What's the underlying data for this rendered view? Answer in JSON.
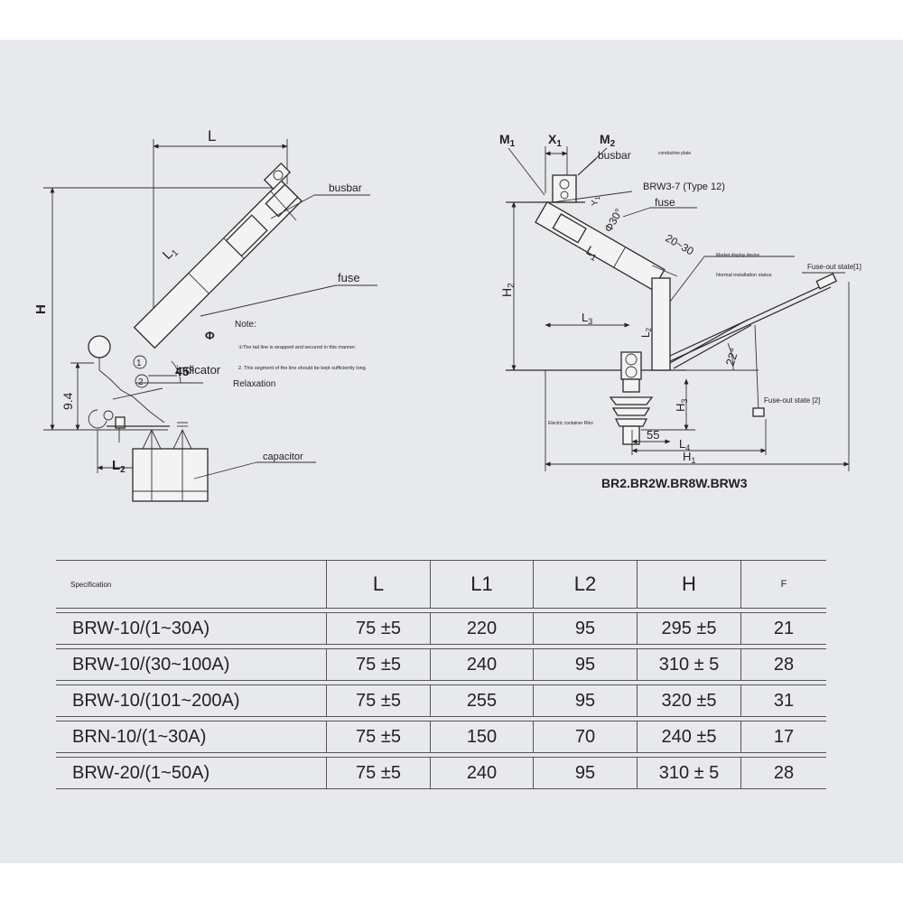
{
  "left_diagram": {
    "dims": {
      "L": "L",
      "L1": "L",
      "L1_sub": "1",
      "H": "H",
      "v94": "9.4",
      "L2": "L",
      "L2_sub": "2",
      "angle": "45°",
      "phi": "Φ"
    },
    "labels": {
      "busbar": "busbar",
      "fuse": "fuse",
      "indicator": "indicator",
      "capacitor": "capacitor"
    },
    "markers": [
      "1",
      "2"
    ],
    "note": {
      "title": "Note:",
      "line1": "①The tail line is wrapped and secured in this manner.",
      "line2": "2. This segment of the line should be kept sufficiently long.",
      "line3": "Relaxation"
    }
  },
  "right_diagram": {
    "dims": {
      "M1": "M",
      "M1_sub": "1",
      "X1": "X",
      "X1_sub": "1",
      "M2": "M",
      "M2_sub": "2",
      "Y1": "Y",
      "Y1_sub": "1",
      "phi30": "Φ30°",
      "L1": "L",
      "L1_sub": "1",
      "range": "20~30",
      "H2": "H",
      "H2_sub": "2",
      "L3": "L",
      "L3_sub": "3",
      "L2": "L",
      "L2_sub": "2",
      "angle22": "22°",
      "H3": "H",
      "H3_sub": "3",
      "v55": "55",
      "L4": "L",
      "L4_sub": "4",
      "H1": "H",
      "H1_sub": "1"
    },
    "labels": {
      "busbar": "busbar",
      "conductive_plate": "conductive plate",
      "brw3": "BRW3-7 (Type 12)",
      "fuse": "fuse",
      "market_display": "Market display device",
      "normal_status": "Normal installation status",
      "fuse_out1": "Fuse-out state[1]",
      "fuse_out2": "Fuse-out state [2]",
      "electric_container": "Electric container Riko"
    },
    "caption": "BR2.BR2W.BR8W.BRW3"
  },
  "table": {
    "headers": [
      "Specification",
      "L",
      "L1",
      "L2",
      "H",
      "F"
    ],
    "rows": [
      [
        "BRW-10/(1~30A)",
        "75 ±5",
        "220",
        "95",
        "295 ±5",
        "21"
      ],
      [
        "BRW-10/(30~100A)",
        "75 ±5",
        "240",
        "95",
        "310 ± 5",
        "28"
      ],
      [
        "BRW-10/(101~200A)",
        "75 ±5",
        "255",
        "95",
        "320 ±5",
        "31"
      ],
      [
        "BRN-10/(1~30A)",
        "75 ±5",
        "150",
        "70",
        "240 ±5",
        "17"
      ],
      [
        "BRW-20/(1~50A)",
        "75 ±5",
        "240",
        "95",
        "310 ± 5",
        "28"
      ]
    ]
  },
  "colors": {
    "background": "#e8e9ec",
    "ink": "#222222"
  }
}
